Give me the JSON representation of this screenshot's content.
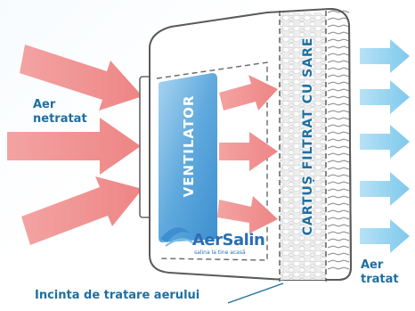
{
  "labels": {
    "air_in": [
      "Aer",
      "netratat"
    ],
    "air_out": [
      "Aer",
      "tratat"
    ],
    "chamber": "Incinta de tratare aerului",
    "fan": "VENTILATOR",
    "filter": "CARTUȘ FILTRAT CU SARE"
  },
  "logo": {
    "name": "AerSalin",
    "tagline": "salina la tine acasă"
  },
  "colors": {
    "arrow_in": "#f08f8f",
    "arrow_out": "#8fd0ef",
    "label_text": "#1e6fa0",
    "fan_fill": "#5aa8dd",
    "housing_stroke": "#555555",
    "filter_bg": "#e8e8e8"
  }
}
